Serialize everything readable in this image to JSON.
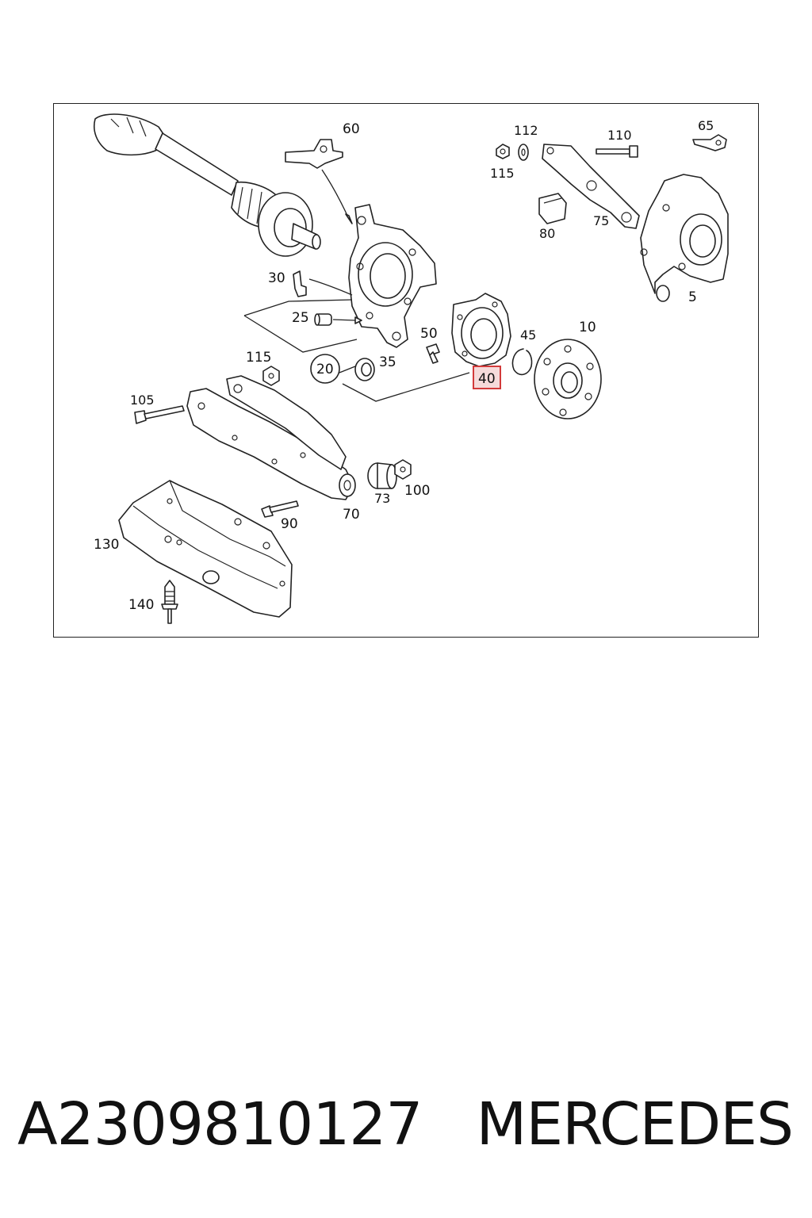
{
  "diagram": {
    "callouts": {
      "c60": "60",
      "c112": "112",
      "c110": "110",
      "c65": "65",
      "c115a": "115",
      "c80": "80",
      "c75": "75",
      "c5": "5",
      "c30": "30",
      "c25": "25",
      "c50": "50",
      "c45": "45",
      "c10": "10",
      "c115b": "115",
      "c20": "20",
      "c35": "35",
      "c40": "40",
      "c105": "105",
      "c73": "73",
      "c100": "100",
      "c90": "90",
      "c70": "70",
      "c130": "130",
      "c140": "140"
    },
    "highlighted_callout": "40",
    "highlight_color": "#d23a3a"
  },
  "caption": {
    "part_number": "A2309810127",
    "brand": "MERCEDES"
  }
}
